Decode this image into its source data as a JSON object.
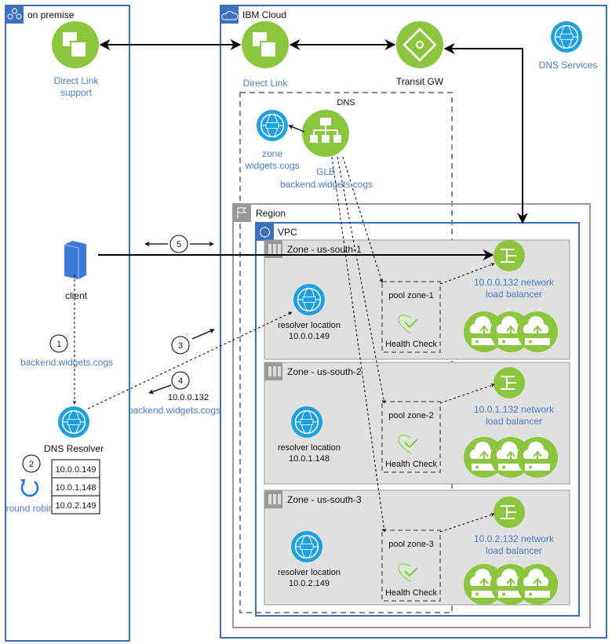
{
  "colors": {
    "container": "#3f6fbf",
    "green": "#8cc63f",
    "dns_blue": "#1fa0e0",
    "zone_fill": "#e0e0e0",
    "region": "#999999",
    "label_blue": "#4a7cc9"
  },
  "on_premise": {
    "title": "on premise",
    "direct_link": [
      "Direct Link",
      "support"
    ],
    "client": "client",
    "dns_resolver": "DNS Resolver",
    "resolver_table": [
      "10.0.0.149",
      "10.0.1.148",
      "10.0.2.149"
    ],
    "round_robin": "round robin"
  },
  "steps": {
    "s1": "1",
    "s2": "2",
    "s3": "3",
    "s4": "4",
    "s5": "5",
    "query": "backend.widgets.cogs",
    "answer_ip": "10.0.0.132",
    "answer_name": "backend.widgets.cogs"
  },
  "cloud": {
    "title": "IBM Cloud",
    "direct_link": "Direct Link",
    "transit_gw": "Transit GW",
    "dns_services": "DNS Services",
    "dns": {
      "title": "DNS",
      "zone": [
        "zone",
        "widgets.cogs"
      ],
      "glb": [
        "GLB",
        "backend.widgets.cogs"
      ]
    },
    "region": "Region",
    "vpc": "VPC",
    "zones": [
      {
        "name": "Zone - us-south-1",
        "resolver": [
          "resolver location",
          "10.0.0.149"
        ],
        "pool": "pool zone-1",
        "health": "Health Check",
        "lb": [
          "10.0.0.132 network",
          "load balancer"
        ]
      },
      {
        "name": "Zone - us-south-2",
        "resolver": [
          "resolver location",
          "10.0.1.148"
        ],
        "pool": "pool zone-2",
        "health": "Health Check",
        "lb": [
          "10.0.1.132 network",
          "load balancer"
        ]
      },
      {
        "name": "Zone - us-south-3",
        "resolver": [
          "resolver location",
          "10.0.2.149"
        ],
        "pool": "pool zone-3",
        "health": "Health Check",
        "lb": [
          "10.0.2.132 network",
          "load balancer"
        ]
      }
    ]
  }
}
